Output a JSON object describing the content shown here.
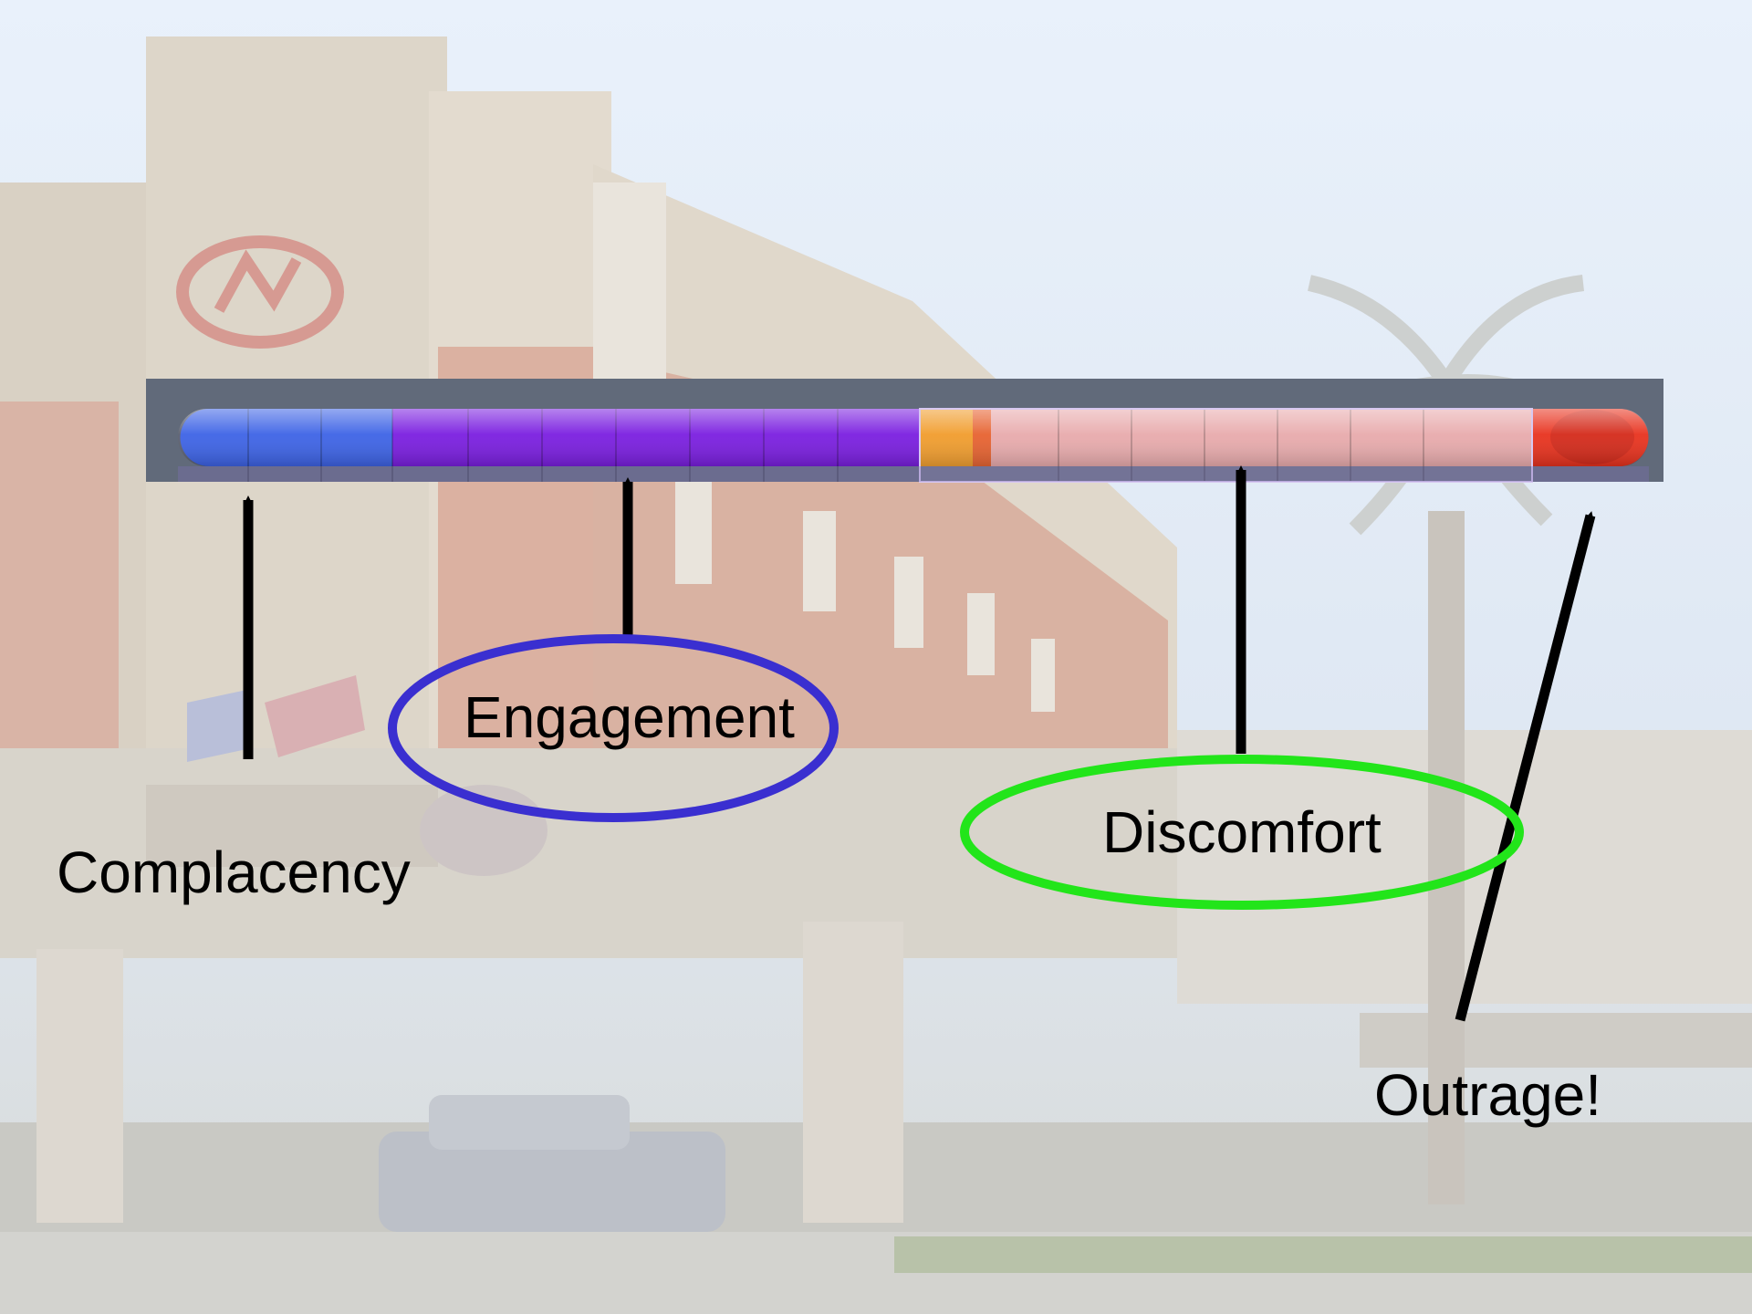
{
  "slide": {
    "labels": {
      "complacency": "Complacency",
      "engagement": "Engagement",
      "discomfort": "Discomfort",
      "outrage": "Outrage!"
    },
    "colors": {
      "blue": "#3d63e6",
      "purple": "#7a1ee0",
      "orange": "#f0951c",
      "pink": "#e7a4a6",
      "red": "#e8321e",
      "engagement_ring": "#3a2fd0",
      "discomfort_ring": "#22e51a",
      "track": "#616a7a",
      "arrow": "#000000"
    }
  }
}
